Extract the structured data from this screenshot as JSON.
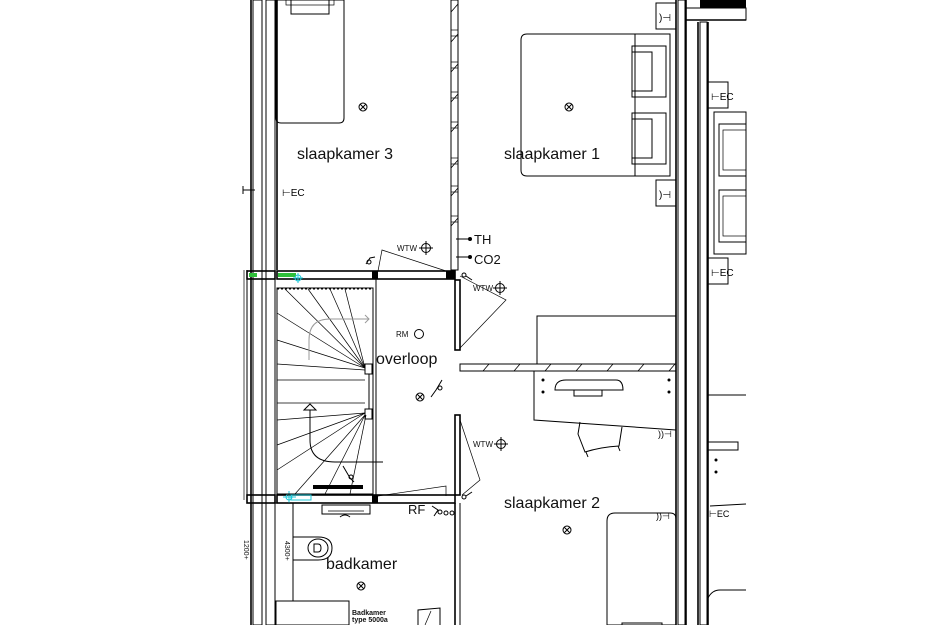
{
  "drawing": {
    "type": "architectural floor plan",
    "background": "#ffffff",
    "line_color": "#000000",
    "accent_colors": {
      "window_sill_green": "#2fbf3a",
      "marker_cyan": "#20c8d8"
    }
  },
  "rooms": [
    {
      "id": "slaapkamer-3",
      "label": "slaapkamer 3"
    },
    {
      "id": "slaapkamer-1",
      "label": "slaapkamer 1"
    },
    {
      "id": "overloop",
      "label": "overloop"
    },
    {
      "id": "slaapkamer-2",
      "label": "slaapkamer 2"
    },
    {
      "id": "badkamer",
      "label": "badkamer"
    }
  ],
  "annotations": {
    "th": "TH",
    "co2": "CO2",
    "rf": "RF",
    "rm": "RM",
    "wtw_1": "WTW",
    "wtw_2": "WTW",
    "wtw_3": "WTW",
    "dim_4300": "4300+",
    "dim_left": "1200+",
    "bath_type_line1": "Badkamer",
    "bath_type_line2": "type 5000a"
  },
  "symbols": {
    "ceiling_light": "ceiling-light-icon",
    "ventilation_valve": "wtw-valve-icon",
    "outlet": "wall-outlet-icon",
    "switch": "light-switch-icon",
    "smoke_detector": "smoke-detector-icon"
  }
}
